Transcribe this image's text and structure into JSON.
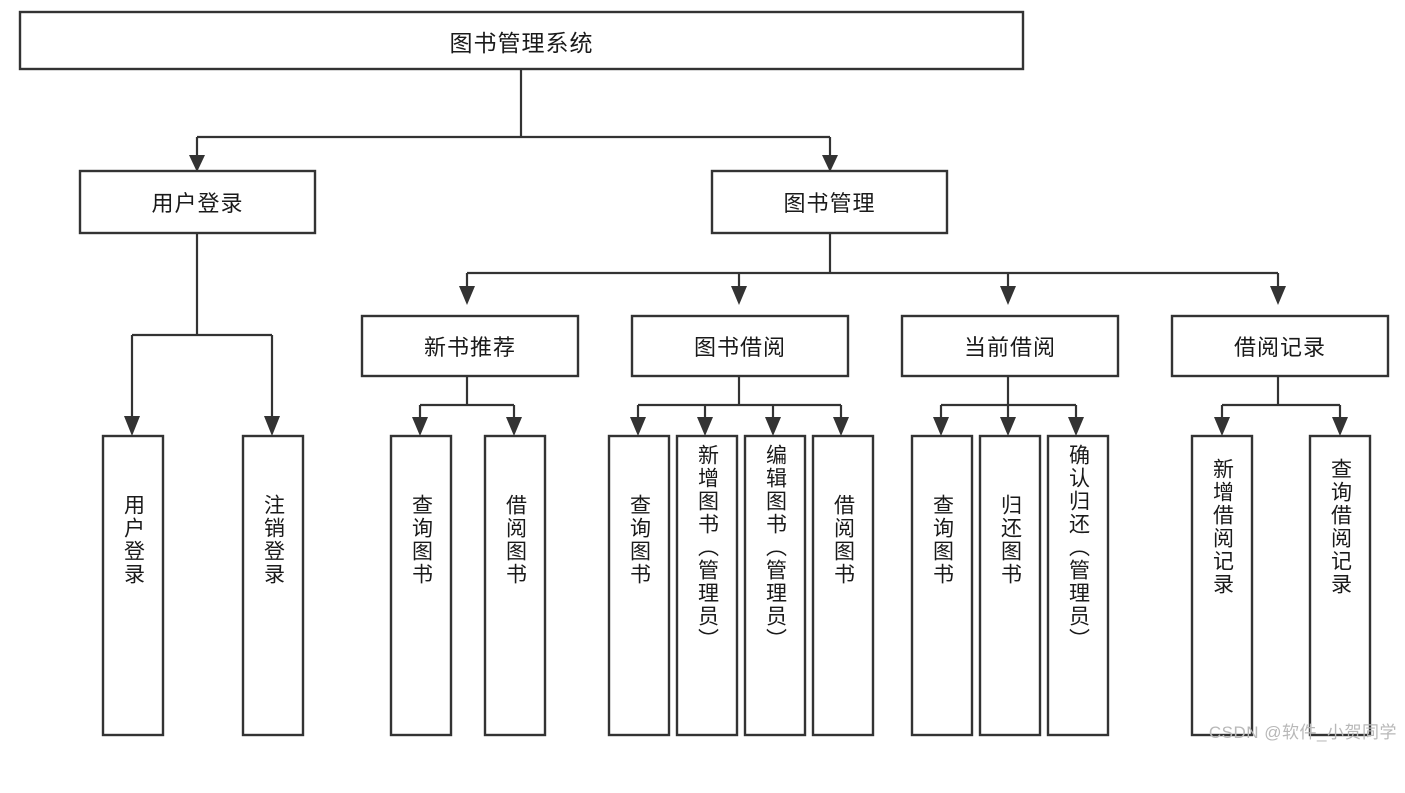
{
  "diagram": {
    "kind": "tree-hierarchy",
    "root": {
      "id": "root",
      "label": "图书管理系统"
    },
    "level2": [
      {
        "id": "user-login",
        "label": "用户登录"
      },
      {
        "id": "book-manage",
        "label": "图书管理"
      }
    ],
    "level3": [
      {
        "id": "new-book-recommend",
        "label": "新书推荐",
        "parent": "book-manage"
      },
      {
        "id": "book-borrow",
        "label": "图书借阅",
        "parent": "book-manage"
      },
      {
        "id": "current-borrow",
        "label": "当前借阅",
        "parent": "book-manage"
      },
      {
        "id": "borrow-record",
        "label": "借阅记录",
        "parent": "book-manage"
      }
    ],
    "leaves": [
      {
        "id": "leaf-user-login",
        "label": "用户登录",
        "parent": "user-login"
      },
      {
        "id": "leaf-logout-login",
        "label": "注销登录",
        "parent": "user-login"
      },
      {
        "id": "leaf-query-book-1",
        "label": "查询图书",
        "parent": "new-book-recommend"
      },
      {
        "id": "leaf-borrow-book-1",
        "label": "借阅图书",
        "parent": "new-book-recommend"
      },
      {
        "id": "leaf-query-book-2",
        "label": "查询图书",
        "parent": "book-borrow"
      },
      {
        "id": "leaf-add-book",
        "label": "新增图书（管理员）",
        "parent": "book-borrow"
      },
      {
        "id": "leaf-edit-book",
        "label": "编辑图书（管理员）",
        "parent": "book-borrow"
      },
      {
        "id": "leaf-borrow-book-2",
        "label": "借阅图书",
        "parent": "book-borrow"
      },
      {
        "id": "leaf-query-book-3",
        "label": "查询图书",
        "parent": "current-borrow"
      },
      {
        "id": "leaf-return-book",
        "label": "归还图书",
        "parent": "current-borrow"
      },
      {
        "id": "leaf-confirm-return",
        "label": "确认归还（管理员）",
        "parent": "current-borrow"
      },
      {
        "id": "leaf-add-record",
        "label": "新增借阅记录",
        "parent": "borrow-record"
      },
      {
        "id": "leaf-query-record",
        "label": "查询借阅记录",
        "parent": "borrow-record"
      }
    ]
  },
  "watermark": {
    "text": "CSDN @软件_小贺同学"
  },
  "colors": {
    "stroke": "#333333",
    "fill": "#ffffff",
    "text": "#1a1a1a",
    "watermark": "#b8b8b8"
  }
}
